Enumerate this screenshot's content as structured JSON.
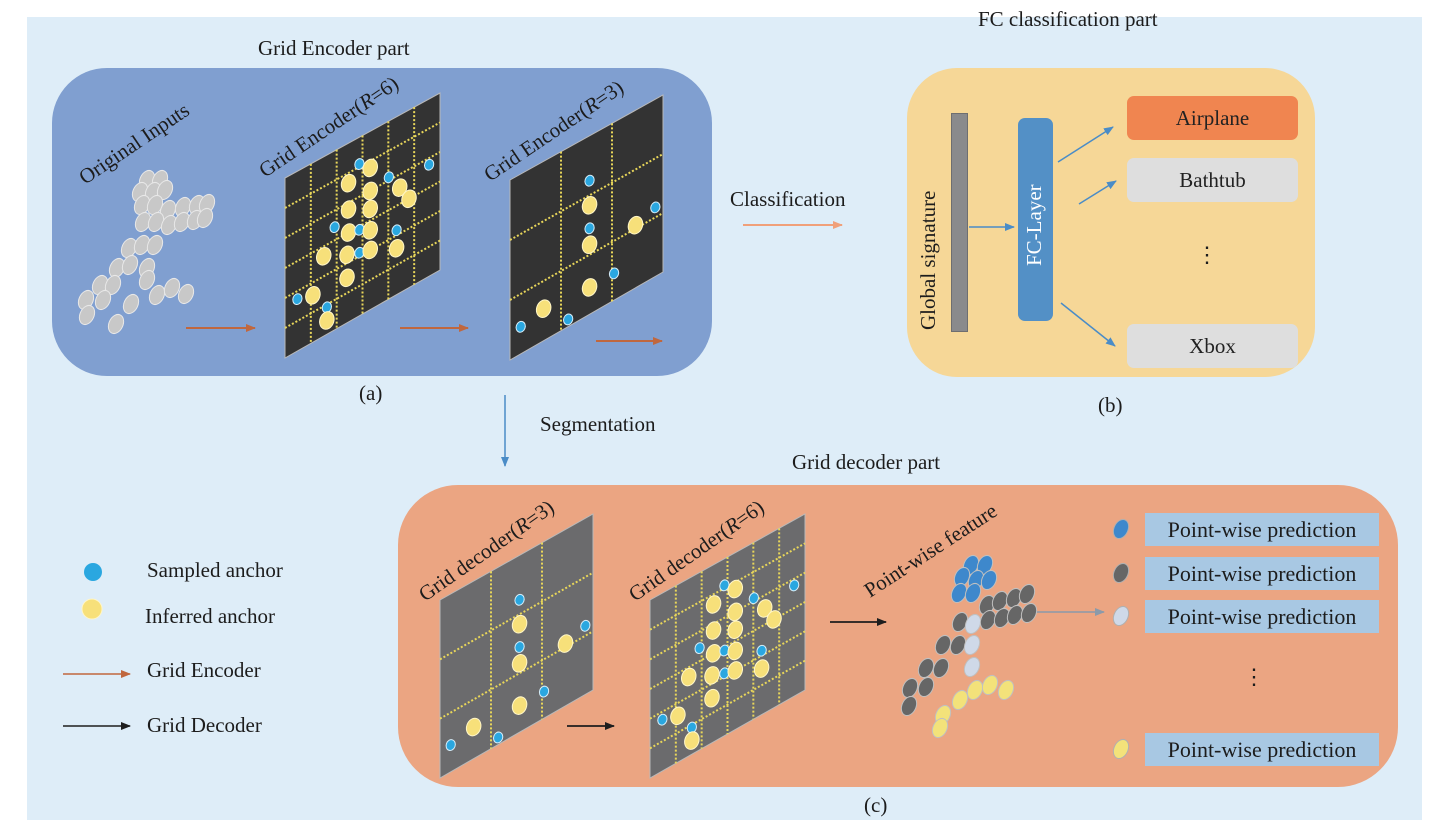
{
  "colors": {
    "page_bg": "#deedf8",
    "encoder_box": "#809fd0",
    "fc_box": "#f6d797",
    "decoder_box": "#eba582",
    "encoder_plate": "#333333",
    "decoder_plate": "#6b6b6d",
    "grid_line": "#e8d65a",
    "sampled_anchor": "#2aa7e0",
    "inferred_anchor": "#f7e07a",
    "input_point": "#c8c8c8",
    "encoder_arrow": "#c0673e",
    "decoder_arrow": "#1e1e1e",
    "classification_arrow": "#f0a07a",
    "flow_arrow": "#4a8cc7",
    "airplane_box": "#f08550",
    "class_box": "#dedede",
    "fc_layer": "#5390c6",
    "global_signature": "#8a8a8c",
    "pred_label_bg": "#a8c8e3",
    "seg_blue": "#3e88cc",
    "seg_gray": "#666666",
    "seg_light": "#cfd9e8",
    "seg_yellow": "#f3e27a"
  },
  "encoder": {
    "title": "Grid Encoder part",
    "caption": "(a)",
    "original_inputs_label": "Original Inputs",
    "plate1_label_prefix": "Grid Encoder(",
    "plate1_label_var": "R",
    "plate1_label_suffix": "=6)",
    "plate2_label_prefix": "Grid Encoder(",
    "plate2_label_var": "R",
    "plate2_label_suffix": "=3)",
    "plate1_resolution": 6,
    "plate2_resolution": 3
  },
  "classification": {
    "arrow_label": "Classification",
    "title": "FC classification part",
    "caption": "(b)",
    "global_signature_label": "Global  signature",
    "fc_layer_label": "FC-Layer",
    "classes": [
      {
        "label": "Airplane",
        "highlighted": true
      },
      {
        "label": "Bathtub",
        "highlighted": false
      },
      {
        "label": "Xbox",
        "highlighted": false
      }
    ],
    "ellipsis": "⋮"
  },
  "segmentation": {
    "arrow_label": "Segmentation",
    "title": "Grid decoder part",
    "caption": "(c)",
    "plate1_label_prefix": "Grid decoder(",
    "plate1_label_var": "R",
    "plate1_label_suffix": "=3)",
    "plate2_label_prefix": "Grid decoder(",
    "plate2_label_var": "R",
    "plate2_label_suffix": "=6)",
    "pointwise_feature_label": "Point-wise feature",
    "predictions": [
      {
        "label": "Point-wise prediction",
        "color_key": "seg_blue"
      },
      {
        "label": "Point-wise prediction",
        "color_key": "seg_gray"
      },
      {
        "label": "Point-wise prediction",
        "color_key": "seg_light"
      },
      {
        "label": "Point-wise prediction",
        "color_key": "seg_yellow"
      }
    ],
    "ellipsis": "⋮"
  },
  "legend": {
    "items": [
      {
        "label": "Sampled anchor",
        "symbol": "sampled-anchor-dot"
      },
      {
        "label": "Inferred anchor",
        "symbol": "inferred-anchor-dot"
      },
      {
        "label": "Grid Encoder",
        "symbol": "encoder-arrow"
      },
      {
        "label": "Grid Decoder",
        "symbol": "decoder-arrow"
      }
    ]
  }
}
